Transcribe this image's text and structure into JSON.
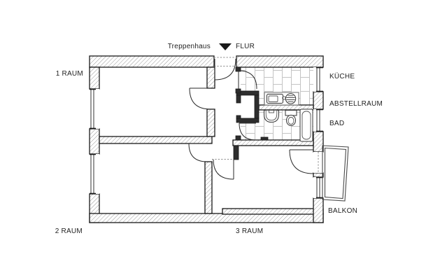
{
  "plan": {
    "header": {
      "treppenhaus_label": "Treppenhaus",
      "flur_label": "FLUR"
    },
    "room_labels": {
      "raum1": "1 RAUM",
      "raum2": "2 RAUM",
      "raum3": "3 RAUM",
      "kueche": "KÜCHE",
      "abstellraum": "ABSTELLRAUM",
      "bad": "BAD",
      "balkon": "BALKON"
    },
    "icons": {
      "entrance_marker": "filled-down-triangle"
    },
    "colors": {
      "ink": "#1a1a1a",
      "wall_hatch": "#8d8d8d",
      "tile_line": "#c4c4c4",
      "partition_fill": "#2e2e2e",
      "background": "#ffffff"
    }
  }
}
